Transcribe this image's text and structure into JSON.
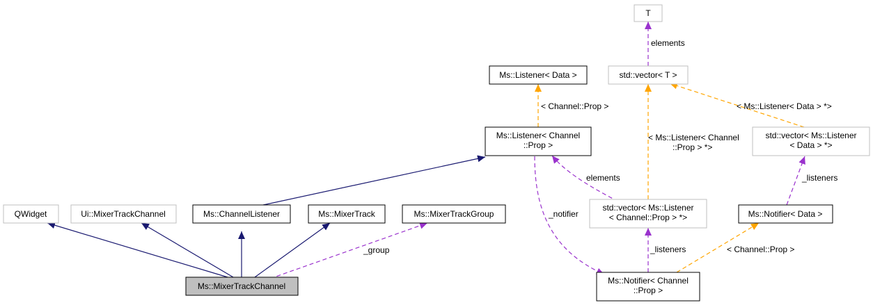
{
  "colors": {
    "inheritance": "#191970",
    "usage": "#9a32cd",
    "template": "#ffa500",
    "focus_fill": "#bfbfbf",
    "grey_border": "#bfbfbf"
  },
  "nodes": {
    "t": {
      "lines": [
        "T"
      ]
    },
    "vector_t": {
      "lines": [
        "std::vector< T >"
      ]
    },
    "listener_data": {
      "lines": [
        "Ms::Listener< Data >"
      ]
    },
    "listener_channel_prop": {
      "lines": [
        "Ms::Listener< Channel",
        "::Prop >"
      ]
    },
    "vector_listener_data": {
      "lines": [
        "std::vector< Ms::Listener",
        "< Data > *>"
      ]
    },
    "qwidget": {
      "lines": [
        "QWidget"
      ]
    },
    "ui_mixer_track_channel": {
      "lines": [
        "Ui::MixerTrackChannel"
      ]
    },
    "channel_listener": {
      "lines": [
        "Ms::ChannelListener"
      ]
    },
    "mixer_track": {
      "lines": [
        "Ms::MixerTrack"
      ]
    },
    "mixer_track_group": {
      "lines": [
        "Ms::MixerTrackGroup"
      ]
    },
    "vector_listener_channel_prop": {
      "lines": [
        "std::vector< Ms::Listener",
        "< Channel::Prop > *>"
      ]
    },
    "notifier_data": {
      "lines": [
        "Ms::Notifier< Data >"
      ]
    },
    "mixer_track_channel": {
      "lines": [
        "Ms::MixerTrackChannel"
      ]
    },
    "notifier_channel_prop": {
      "lines": [
        "Ms::Notifier< Channel",
        "::Prop >"
      ]
    }
  },
  "edge_labels": {
    "elements_top": [
      "elements"
    ],
    "channel_prop_1": [
      "< Channel::Prop >"
    ],
    "listener_data_ptr": [
      "< Ms::Listener< Data > *>"
    ],
    "listener_channel_prop_ptr": [
      "< Ms::Listener< Channel",
      "::Prop > *>"
    ],
    "elements_mid": [
      "elements"
    ],
    "listeners_right": [
      "_listeners"
    ],
    "notifier": [
      "_notifier"
    ],
    "group": [
      "_group"
    ],
    "listeners_mid": [
      "_listeners"
    ],
    "channel_prop_2": [
      "< Channel::Prop >"
    ]
  }
}
